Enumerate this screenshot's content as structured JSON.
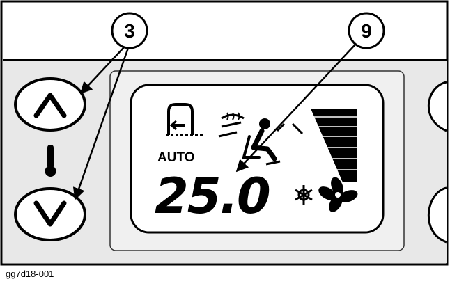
{
  "callouts": [
    {
      "label": "3",
      "target": "temperature up/down buttons"
    },
    {
      "label": "9",
      "target": "temperature readout"
    }
  ],
  "display": {
    "mode_text": "AUTO",
    "temperature": "25.0"
  },
  "caption": "gg7d18-001",
  "colors": {
    "panel": "#e8e8e8",
    "line": "#000000",
    "background": "#ffffff"
  },
  "icons": [
    "chevron-up-icon",
    "chevron-down-icon",
    "thermometer-icon",
    "air-recirculation-icon",
    "defrost-icon",
    "seat-airflow-icon",
    "ac-snowflake-icon",
    "fan-icon",
    "fan-speed-bars"
  ]
}
